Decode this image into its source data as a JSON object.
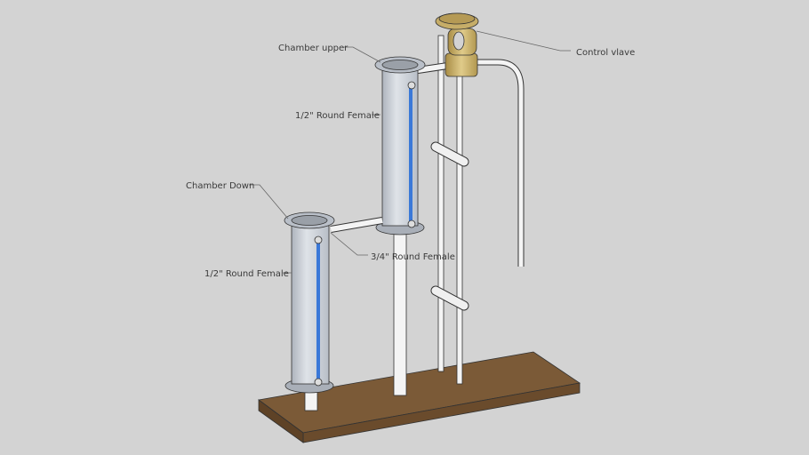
{
  "labels": {
    "chamber_upper": "Chamber upper",
    "control_valve": "Control vlave",
    "upper_half_inch": "1/2\" Round Female",
    "chamber_down": "Chamber Down",
    "three_quarter": "3/4\" Round Female",
    "lower_half_inch": "1/2\" Round Female"
  },
  "colors": {
    "background": "#d3d3d3",
    "board": "#7a5a36",
    "steel": "#c9ced6",
    "sight_glass": "#3a78d8",
    "valve": "#c8b06a",
    "pipe": "#f4f4f4"
  }
}
